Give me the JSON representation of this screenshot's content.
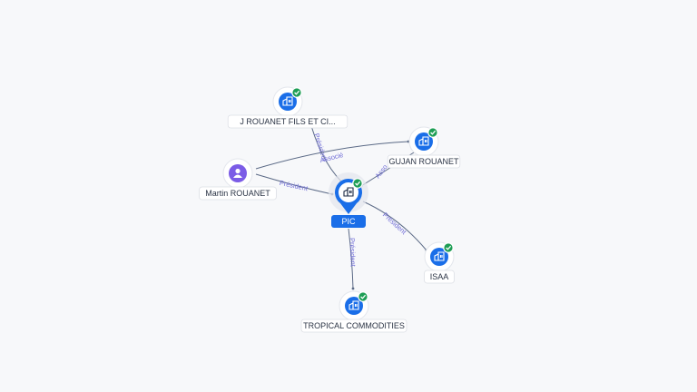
{
  "graph": {
    "center": {
      "id": "pic",
      "label": "PIC",
      "icon": "building-icon",
      "verified": false
    },
    "nodes": [
      {
        "id": "jrouanet",
        "label": "J ROUANET FILS ET CI...",
        "type": "company",
        "icon": "building-icon",
        "verified": true
      },
      {
        "id": "gujan",
        "label": "GUJAN ROUANET",
        "type": "company",
        "icon": "building-icon",
        "verified": true
      },
      {
        "id": "martin",
        "label": "Martin ROUANET",
        "type": "person",
        "icon": "person-icon",
        "verified": false
      },
      {
        "id": "isaa",
        "label": "ISAA",
        "type": "company",
        "icon": "building-icon",
        "verified": true
      },
      {
        "id": "tropical",
        "label": "TROPICAL COMMODITIES",
        "type": "company",
        "icon": "building-icon",
        "verified": true
      }
    ],
    "edges": [
      {
        "from": "jrouanet",
        "to": "pic",
        "label": "Président"
      },
      {
        "from": "gujan",
        "to": "pic",
        "label": "Asso..."
      },
      {
        "from": "martin",
        "to": "pic",
        "label": "Président"
      },
      {
        "from": "martin",
        "to": "gujan",
        "label": "Associé"
      },
      {
        "from": "pic",
        "to": "isaa",
        "label": "Président"
      },
      {
        "from": "pic",
        "to": "tropical",
        "label": "Président"
      }
    ]
  },
  "colors": {
    "company": "#1a6ee8",
    "person": "#7b5ce6",
    "verified": "#1e9e55",
    "edge_label": "#6f6cd6",
    "edge": "#5b6a86",
    "background": "#f7f8fa"
  }
}
